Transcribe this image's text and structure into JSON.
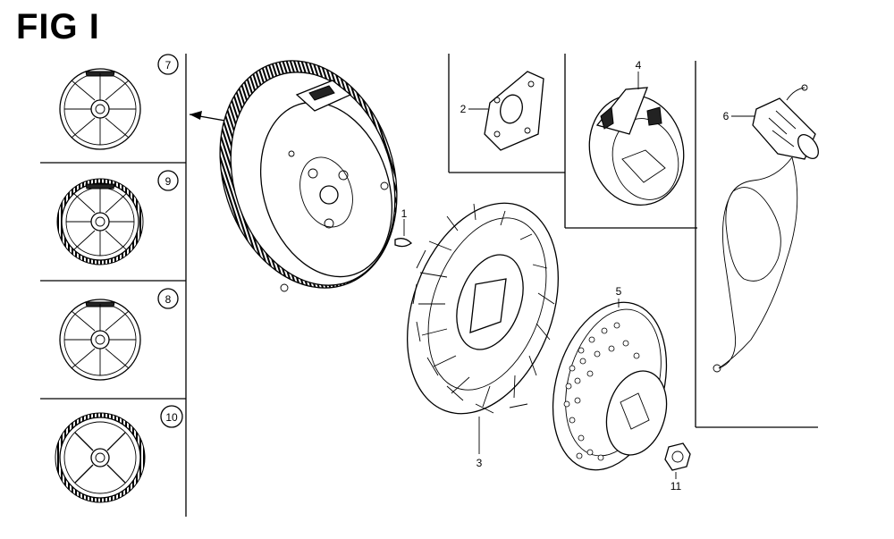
{
  "title": "FIG I",
  "callouts": {
    "p1": "1",
    "p2": "2",
    "p3": "3",
    "p4": "4",
    "p5": "5",
    "p6": "6",
    "p7": "7",
    "p8": "8",
    "p9": "9",
    "p10": "10",
    "p11": "11"
  }
}
